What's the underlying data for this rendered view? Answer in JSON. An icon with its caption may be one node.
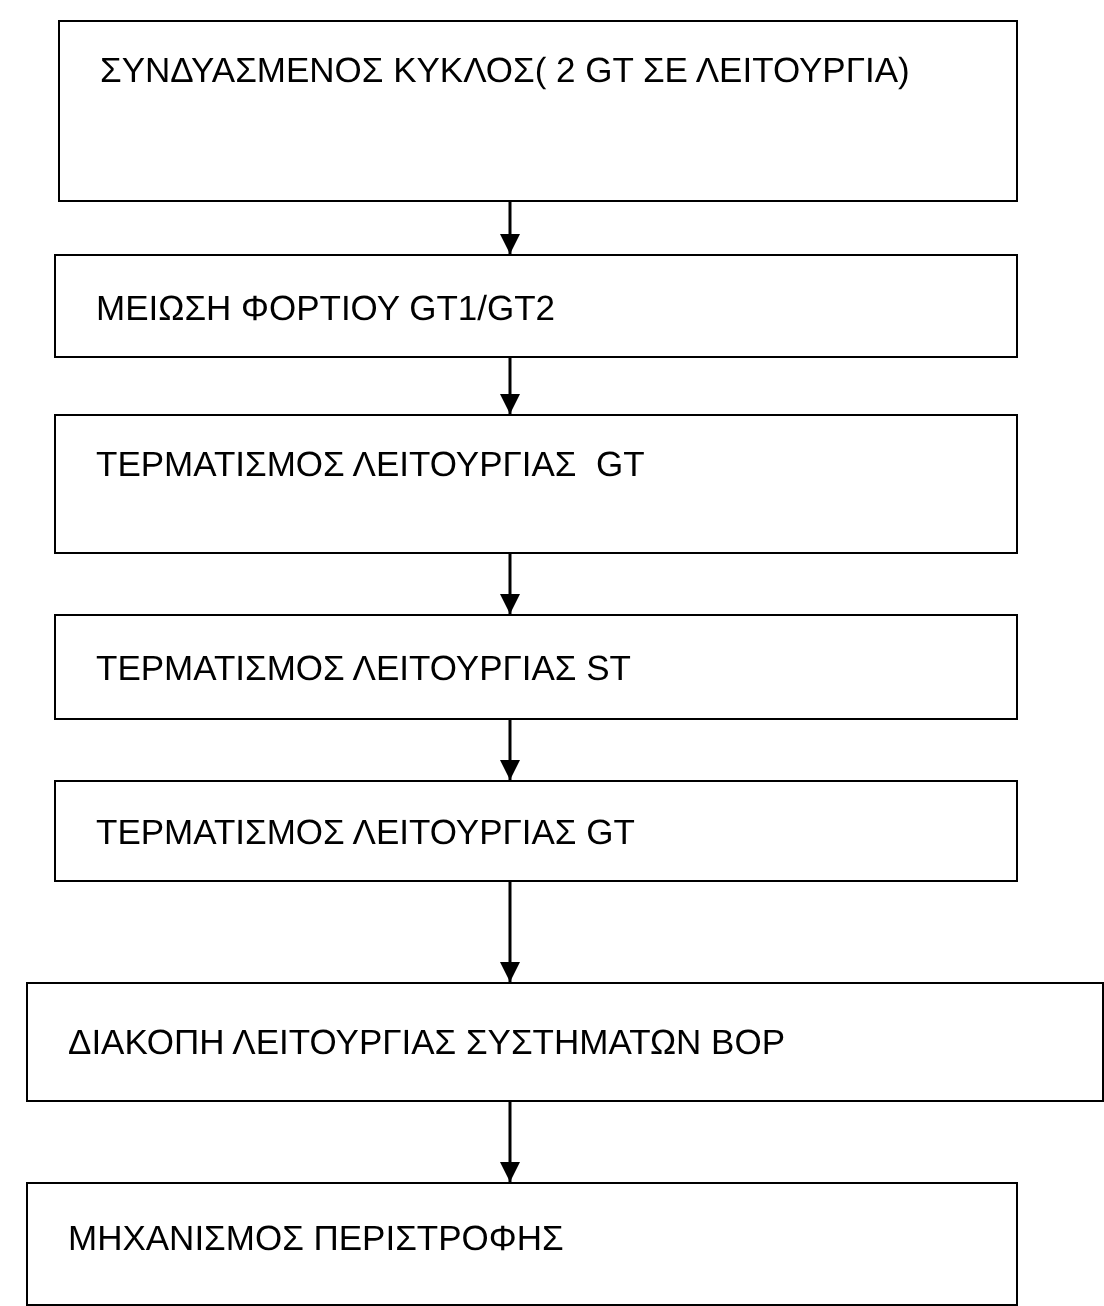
{
  "diagram": {
    "nodes": [
      {
        "text": [
          "ΣΥΝΔΥΑΣΜΕΝΟΣ ΚΥΚΛΟΣ( 2 GT ΣΕ ΛΕΙΤΟΥΡΓΙΑ)"
        ]
      },
      {
        "text": [
          "ΜΕΙΩΣΗ ΦΟΡΤΙΟΥ GT1/GT2"
        ]
      },
      {
        "text": [
          "ΤΕΡΜΑΤΙΣΜΟΣ ΛΕΙΤΟΥΡΓΙΑΣ  GT"
        ]
      },
      {
        "text": [
          "ΤΕΡΜΑΤΙΣΜΟΣ ΛΕΙΤΟΥΡΓΙΑΣ ST"
        ]
      },
      {
        "text": [
          "ΤΕΡΜΑΤΙΣΜΟΣ ΛΕΙΤΟΥΡΓΙΑΣ GT"
        ]
      },
      {
        "text": [
          "ΔΙΑΚΟΠΗ ΛΕΙΤΟΥΡΓΙΑΣ ΣΥΣΤΗΜΑΤΩΝ BOP"
        ]
      },
      {
        "text": [
          "ΜΗΧΑΝΙΣΜΟΣ ΠΕΡΙΣΤΡΟΦΗΣ"
        ]
      }
    ],
    "edges": [
      {
        "from": 0,
        "to": 1,
        "arrow": "to"
      },
      {
        "from": 1,
        "to": 2,
        "arrow": "to"
      },
      {
        "from": 2,
        "to": 3,
        "arrow": "to"
      },
      {
        "from": 3,
        "to": 4,
        "arrow": "to"
      },
      {
        "from": 4,
        "to": 5,
        "arrow": "to"
      },
      {
        "from": 5,
        "to": 6,
        "arrow": "to"
      }
    ]
  }
}
